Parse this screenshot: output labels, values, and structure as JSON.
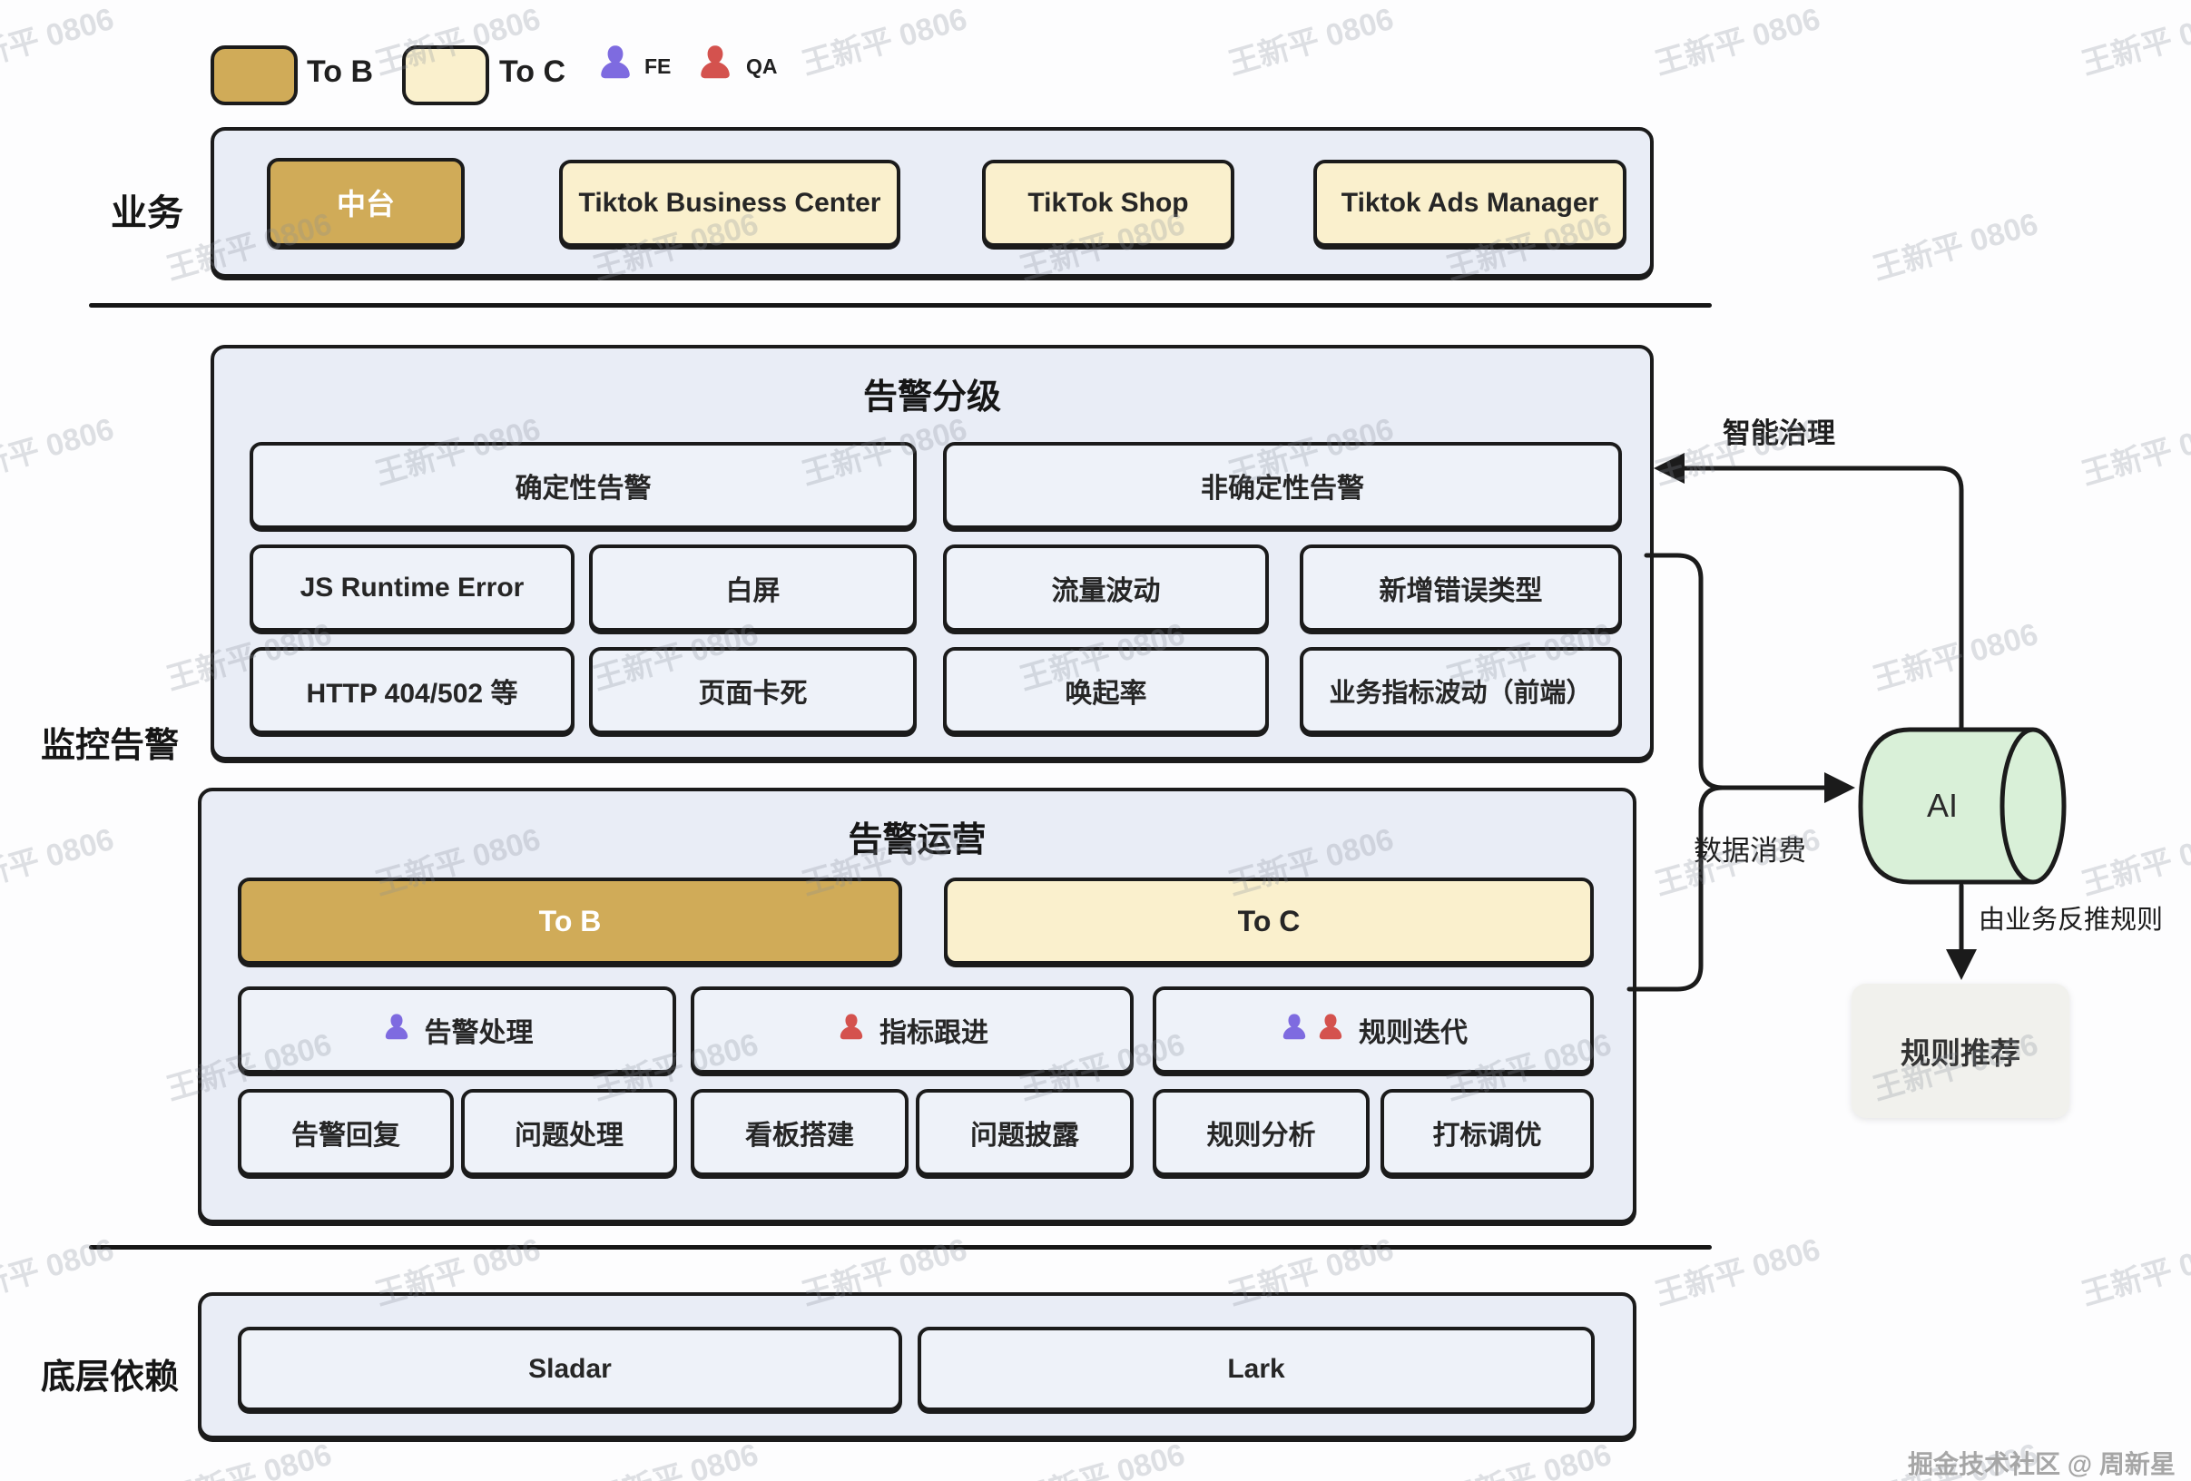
{
  "page": {
    "watermark": "王新平 0806",
    "credit": "掘金技术社区 @ 周新星"
  },
  "legend": {
    "tob": "To B",
    "toc": "To C",
    "fe": "FE",
    "qa": "QA"
  },
  "business": {
    "label": "业务",
    "nodes": [
      "中台",
      "Tiktok Business Center",
      "TikTok Shop",
      "Tiktok Ads Manager"
    ]
  },
  "monitoring": {
    "label": "监控告警",
    "grading": {
      "title": "告警分级",
      "row1": [
        "确定性告警",
        "非确定性告警"
      ],
      "row2": [
        "JS Runtime Error",
        "白屏",
        "流量波动",
        "新增错误类型"
      ],
      "row3": [
        "HTTP 404/502 等",
        "页面卡死",
        "唤起率",
        "业务指标波动（前端）"
      ]
    },
    "operation": {
      "title": "告警运营",
      "tob": "To B",
      "toc": "To C",
      "roles": [
        "告警处理",
        "指标跟进",
        "规则迭代"
      ],
      "tasks": [
        "告警回复",
        "问题处理",
        "看板搭建",
        "问题披露",
        "规则分析",
        "打标调优"
      ]
    }
  },
  "dependency": {
    "label": "底层依赖",
    "nodes": [
      "Sladar",
      "Lark"
    ]
  },
  "flow": {
    "governance": "智能治理",
    "consume": "数据消费",
    "ai": "AI",
    "derive": "由业务反推规则",
    "recommend": "规则推荐"
  },
  "colors": {
    "tob_gold": "#d0ab58",
    "toc_cream": "#faf0cd",
    "container_bg": "#e9edf6",
    "node_bg": "#eef2f9",
    "ai_green": "#d9f0d8",
    "border": "#1b1b1b"
  }
}
